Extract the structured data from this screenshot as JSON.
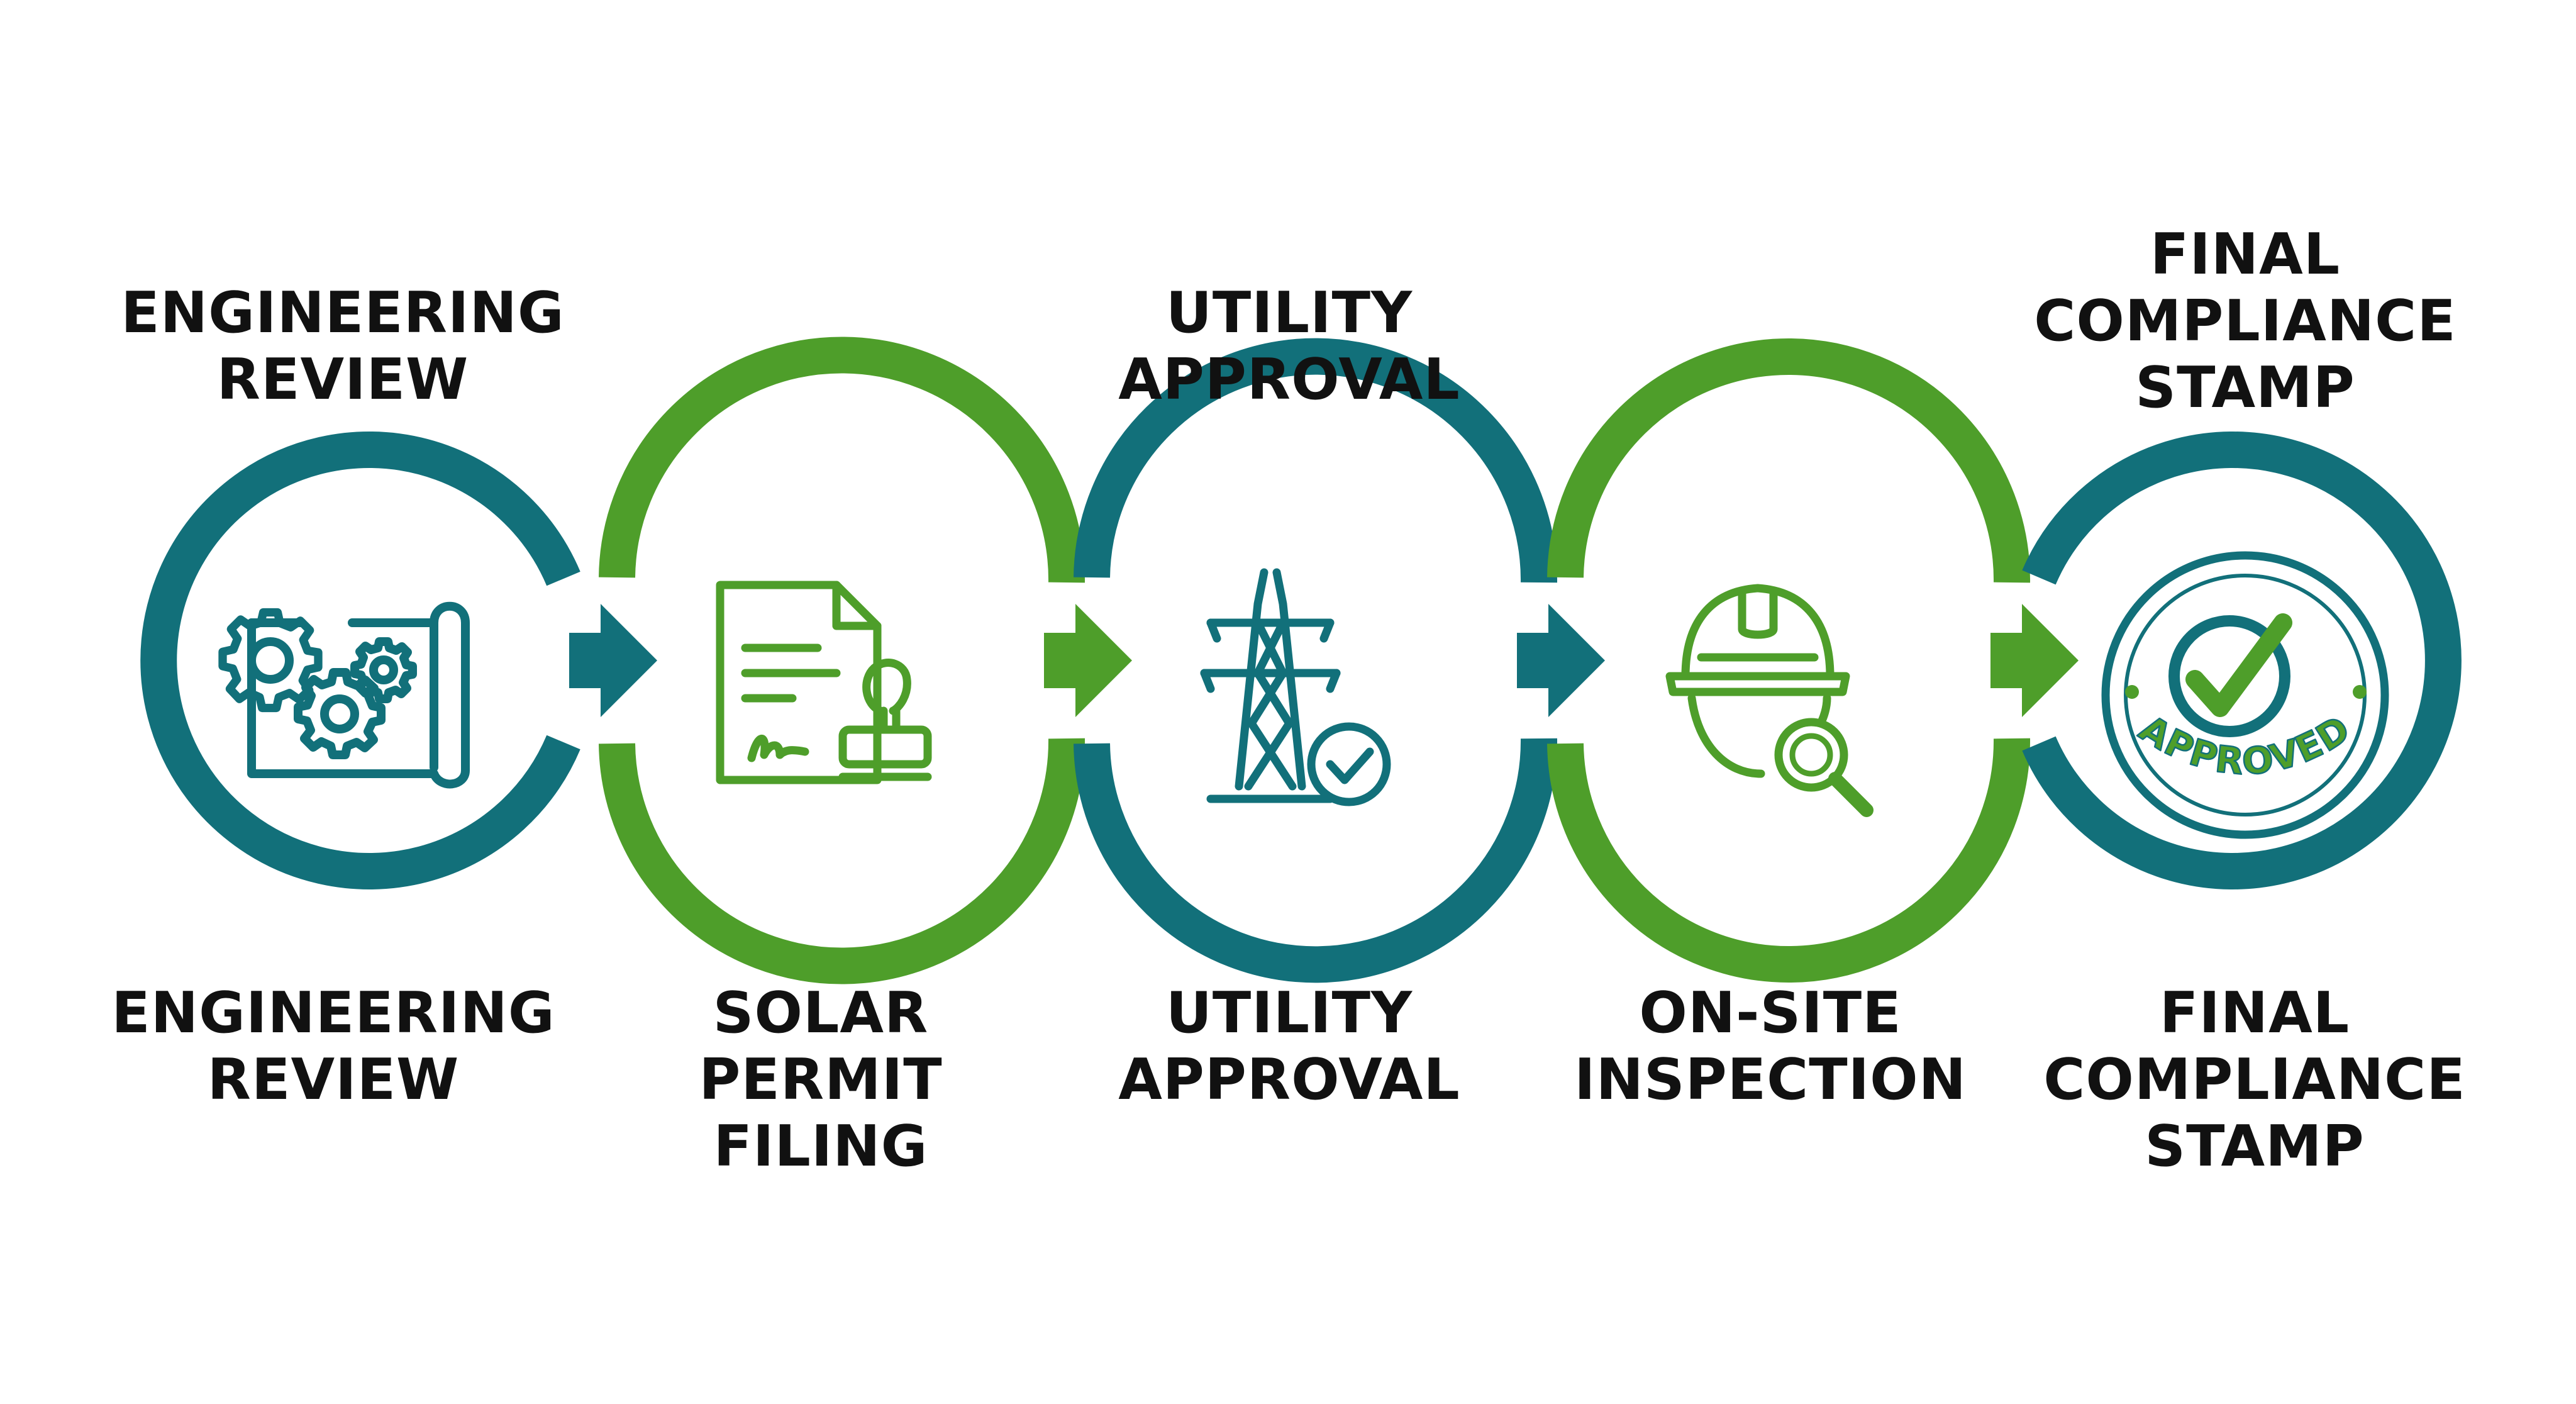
{
  "colors": {
    "teal": "#12707a",
    "green": "#4e9e2a",
    "text": "#111111",
    "background": "#ffffff"
  },
  "steps": [
    {
      "top_label": "ENGINEERING\nREVIEW",
      "bottom_label": "ENGINEERING\nREVIEW",
      "ring_color": "teal",
      "icon": "gears-blueprint-icon"
    },
    {
      "top_label": "",
      "bottom_label": "SOLAR\nPERMIT\nFILING",
      "ring_color": "green",
      "icon": "document-stamp-icon"
    },
    {
      "top_label": "UTILITY\nAPPROVAL",
      "bottom_label": "UTILITY\nAPPROVAL",
      "ring_color": "teal",
      "icon": "power-tower-check-icon"
    },
    {
      "top_label": "",
      "bottom_label": "ON-SITE\nINSPECTION",
      "ring_color": "green",
      "icon": "hardhat-magnifier-icon"
    },
    {
      "top_label": "FINAL\nCOMPLIANCE\nSTAMP",
      "bottom_label": "FINAL\nCOMPLIANCE\nSTAMP",
      "ring_color": "teal",
      "icon": "approved-seal-icon"
    }
  ],
  "seal_text": "APPROVED"
}
